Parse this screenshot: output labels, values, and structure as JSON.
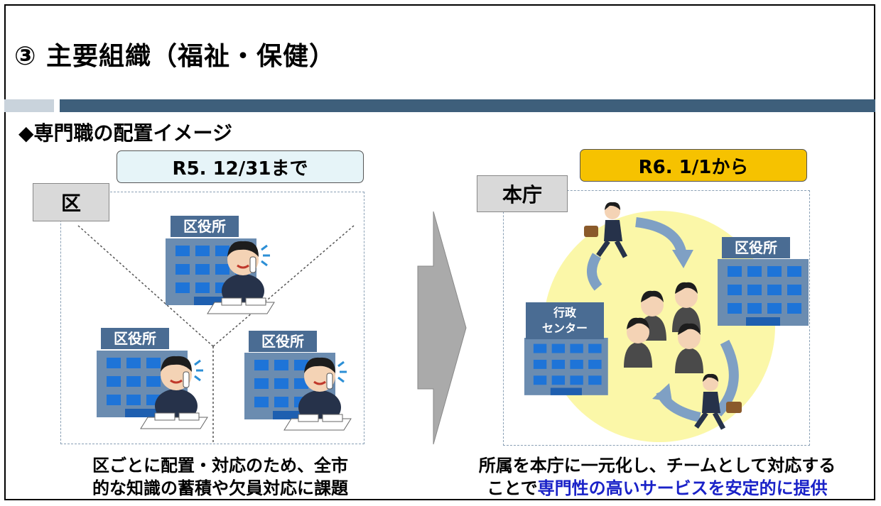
{
  "title": "③ 主要組織（福祉・保健）",
  "subtitle": "◆専門職の配置イメージ",
  "left": {
    "period": "R5. 12/31まで",
    "area_label": "区",
    "building_label": "区役所",
    "caption_line1": "区ごとに配置・対応のため、全市",
    "caption_line2": "的な知識の蓄積や欠員対応に課題"
  },
  "right": {
    "period": "R6. 1/1から",
    "area_label": "本庁",
    "building_label": "区役所",
    "center_label_line1": "行政",
    "center_label_line2": "センター",
    "caption_line1": "所属を本庁に一元化し、チームとして対応する",
    "caption_line2_plain": "ことで",
    "caption_line2_highlight": "専門性の高いサービスを安定的に提供"
  },
  "colors": {
    "header_bar": "#3e5f7b",
    "header_bar_light": "#c9d3dc",
    "left_period_bg": "#e6f4f8",
    "right_period_bg": "#f6c200",
    "building": "#6b8cb0",
    "building_label_bg": "#4a6c93",
    "window": "#1e74d8",
    "circle": "#fbf7a8",
    "highlight_text": "#1a22c8"
  }
}
